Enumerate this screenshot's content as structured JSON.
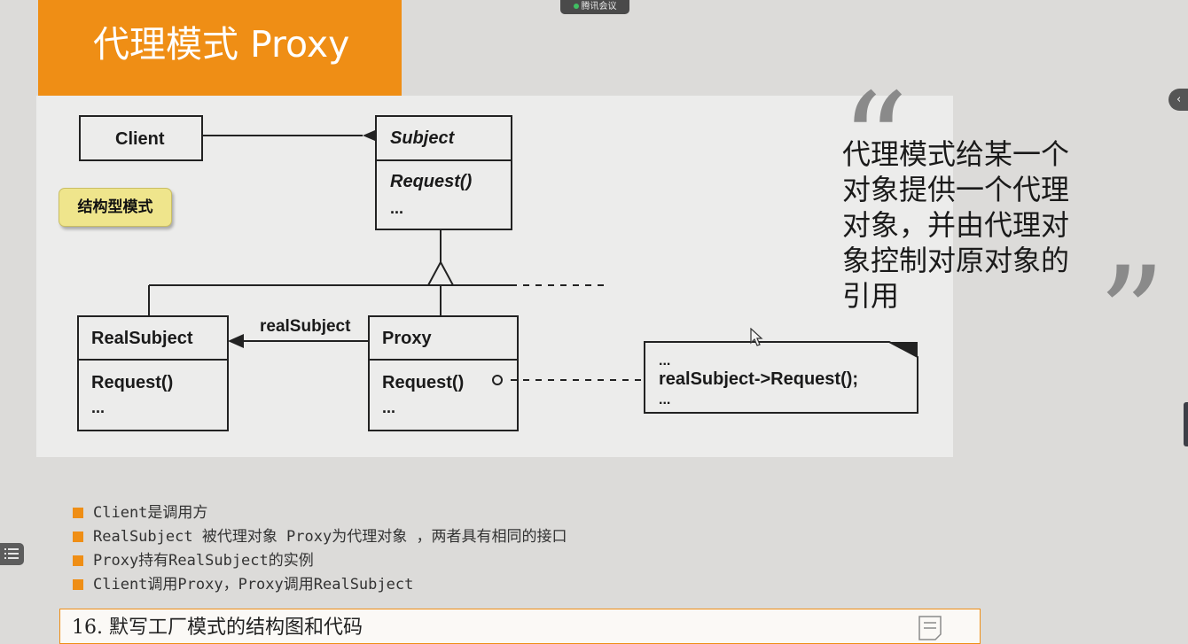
{
  "slide": {
    "title": "代理模式 Proxy",
    "badge": "结构型模式",
    "quote_open": "“",
    "quote_close": "”",
    "quote_text": "代理模式给某一个对象提供一个代理对象，并由代理对象控制对原对象的引用"
  },
  "meeting_tab": {
    "label": "腾讯会议"
  },
  "diagram": {
    "client": "Client",
    "subject": {
      "name": "Subject",
      "op": "Request()",
      "more": "..."
    },
    "real_subject": {
      "name": "RealSubject",
      "op": "Request()",
      "more": "..."
    },
    "proxy": {
      "name": "Proxy",
      "op": "Request()",
      "more": "..."
    },
    "assoc_label": "realSubject",
    "note": {
      "line1": "...",
      "line2": "realSubject->Request();",
      "line3": "..."
    }
  },
  "bullets": [
    "Client是调用方",
    "RealSubject 被代理对象 Proxy为代理对象 ，两者具有相同的接口",
    "Proxy持有RealSubject的实例",
    "Client调用Proxy，Proxy调用RealSubject"
  ],
  "task": {
    "text": "16. 默写工厂模式的结构图和代码"
  },
  "icons": {
    "side_collapse": "chevron-left-icon",
    "outline": "list-icon",
    "task_note": "note-icon",
    "cursor": "mouse-cursor-icon"
  },
  "colors": {
    "accent": "#ef8e15",
    "badge": "#efe58c",
    "background": "#dcdbd9"
  }
}
